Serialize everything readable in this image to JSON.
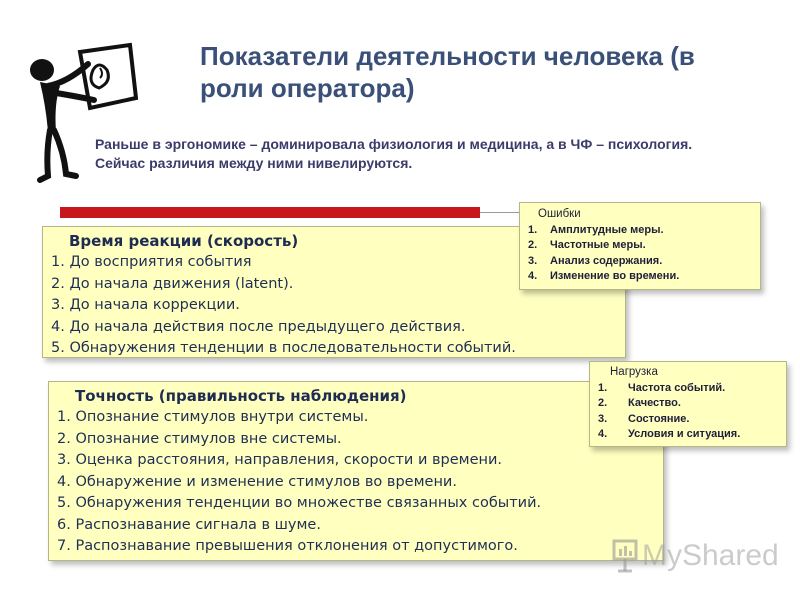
{
  "slide": {
    "title": "Показатели деятельности человека (в роли оператора)",
    "intro_line1": "Раньше в эргономике – доминировала физиология и медицина, а в ЧФ – психология.",
    "intro_line2": "Сейчас различия между ними нивелируются."
  },
  "reaction": {
    "heading": "Время реакции (скорость)",
    "items": [
      "1. До восприятия события",
      "2. До начала  движения (latent).",
      "3. До начала коррекции.",
      "4. До начала действия после предыдущего действия.",
      "5. Обнаружения тенденции в последовательности событий."
    ]
  },
  "accuracy": {
    "heading": "Точность (правильность наблюдения)",
    "items": [
      "1. Опознание стимулов внутри системы.",
      "2. Опознание стимулов вне системы.",
      "3. Оценка расстояния, направления, скорости и времени.",
      "4. Обнаружение и изменение стимулов во времени.",
      "5. Обнаружения тенденции во множестве связанных событий.",
      "6. Распознавание сигнала в шуме.",
      "7. Распознавание превышения отклонения от допустимого."
    ]
  },
  "errors": {
    "heading": "Ошибки",
    "items": [
      {
        "n": "1.",
        "text": "Амплитудные меры."
      },
      {
        "n": "2.",
        "text": "Частотные меры."
      },
      {
        "n": "3.",
        "text": "Анализ содержания."
      },
      {
        "n": "4.",
        "text": "Изменение во времени."
      }
    ]
  },
  "load": {
    "heading": "Нагрузка",
    "items": [
      {
        "n": "1.",
        "text": "Частота событий."
      },
      {
        "n": "2.",
        "text": "Качество."
      },
      {
        "n": "3.",
        "text": "Состояние."
      },
      {
        "n": "4.",
        "text": "Условия и ситуация."
      }
    ]
  },
  "watermark": {
    "text": "MyShared"
  },
  "icons": {
    "figure": "person-holding-sign-icon",
    "logo": "myshared-logo-icon"
  }
}
